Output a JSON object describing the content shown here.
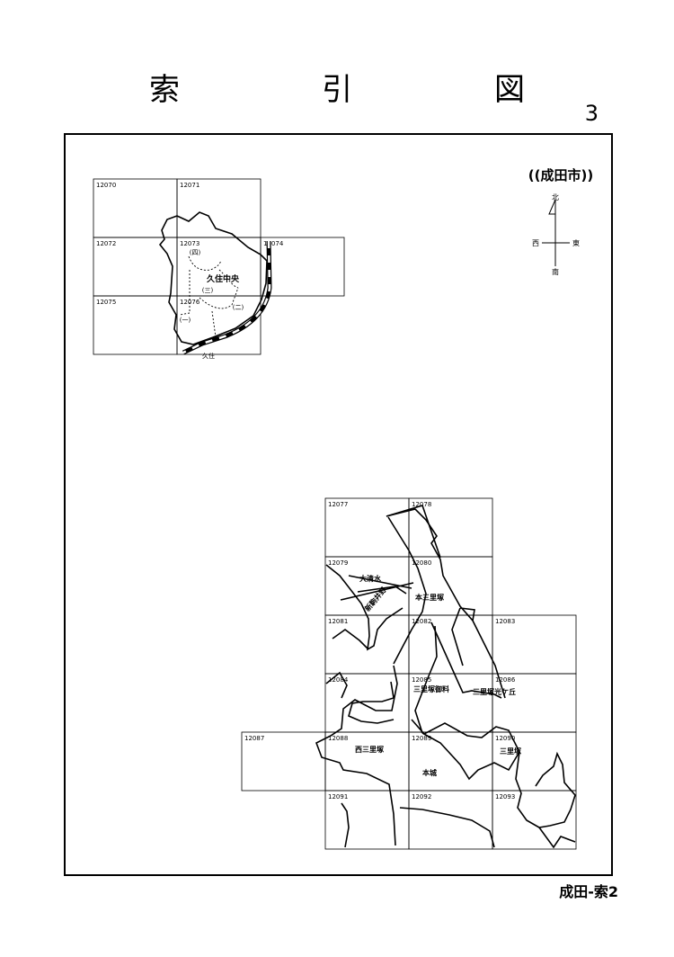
{
  "title": "索　引　図",
  "page_number": "3",
  "city_label": "((成田市))",
  "compass": {
    "north": "北",
    "south": "南",
    "east": "東",
    "west": "西"
  },
  "footer": "成田-索2",
  "places": {
    "kuju_chuo": "久住中央",
    "kuju": "久住",
    "section_4": "(四)",
    "section_3": "(三)",
    "section_2": "(二)",
    "section_1": "(一)",
    "oshimizu": "大清水",
    "shinkoma_inoya": "新駒井野",
    "hon_sanrizuka": "本三里塚",
    "sanrizuka_goryo": "三里塚御料",
    "sanrizuka_hikarigaoka": "三里塚光ケ丘",
    "nishi_sanrizuka": "西三里塚",
    "honjo": "本城",
    "sanrizuka": "三里塚"
  },
  "sheets": [
    {
      "id": "12070"
    },
    {
      "id": "12071"
    },
    {
      "id": "12072"
    },
    {
      "id": "12073"
    },
    {
      "id": "12074"
    },
    {
      "id": "12075"
    },
    {
      "id": "12076"
    },
    {
      "id": "12077"
    },
    {
      "id": "12078"
    },
    {
      "id": "12079"
    },
    {
      "id": "12080"
    },
    {
      "id": "12081"
    },
    {
      "id": "12082"
    },
    {
      "id": "12083"
    },
    {
      "id": "12084"
    },
    {
      "id": "12085"
    },
    {
      "id": "12086"
    },
    {
      "id": "12087"
    },
    {
      "id": "12088"
    },
    {
      "id": "12089"
    },
    {
      "id": "12090"
    },
    {
      "id": "12091"
    },
    {
      "id": "12092"
    },
    {
      "id": "12093"
    }
  ]
}
